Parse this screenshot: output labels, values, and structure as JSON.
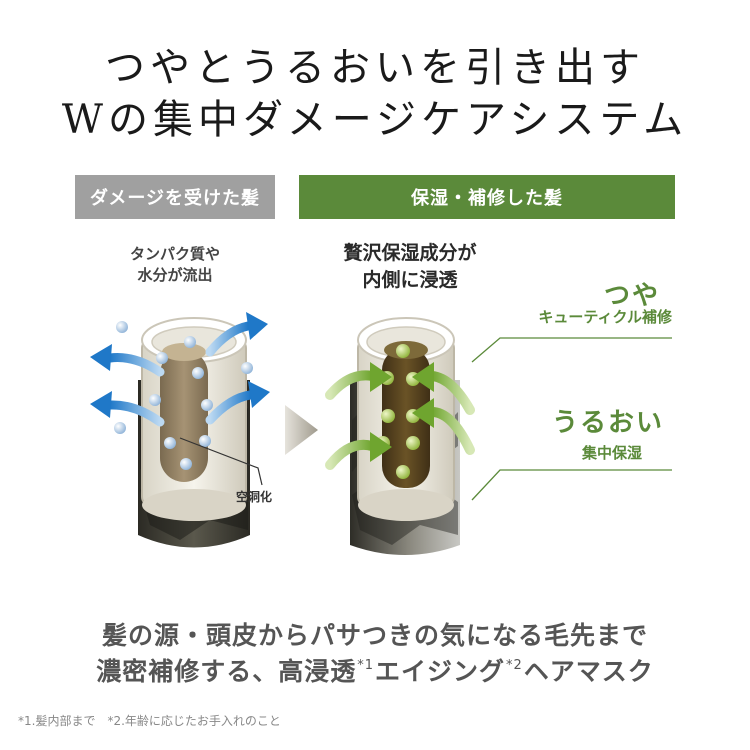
{
  "title": {
    "line1": "つやとうるおいを引き出す",
    "line2": "Wの集中ダメージケアシステム"
  },
  "labels": {
    "damaged": "ダメージを受けた髪",
    "repaired": "保湿・補修した髪"
  },
  "captions": {
    "left_line1": "タンパク質や",
    "left_line2": "水分が流出",
    "middle_line1": "贅沢保湿成分が",
    "middle_line2": "内側に浸透",
    "hollow": "空洞化"
  },
  "benefits": [
    {
      "title": "つや",
      "subtitle": "キューティクル補修"
    },
    {
      "title": "うるおい",
      "subtitle": "集中保湿"
    }
  ],
  "bottom": {
    "line1": "髪の源・頭皮からパサつきの気になる毛先まで",
    "line2_a": "濃密補修する、高浸透",
    "sup1": "*1",
    "line2_b": "エイジング",
    "sup2": "*2",
    "line2_c": "ヘアマスク"
  },
  "footnote": "*1.髪内部まで　*2.年齢に応じたお手入れのこと",
  "colors": {
    "accent_green": "#5b8a3a",
    "gray_label": "#a0a0a0",
    "arrow_blue": "#2a7fc9",
    "arrow_green": "#7fb03d"
  },
  "icons": [
    "arrow-outflow-icon",
    "arrow-inflow-icon",
    "chevron-right-icon"
  ]
}
